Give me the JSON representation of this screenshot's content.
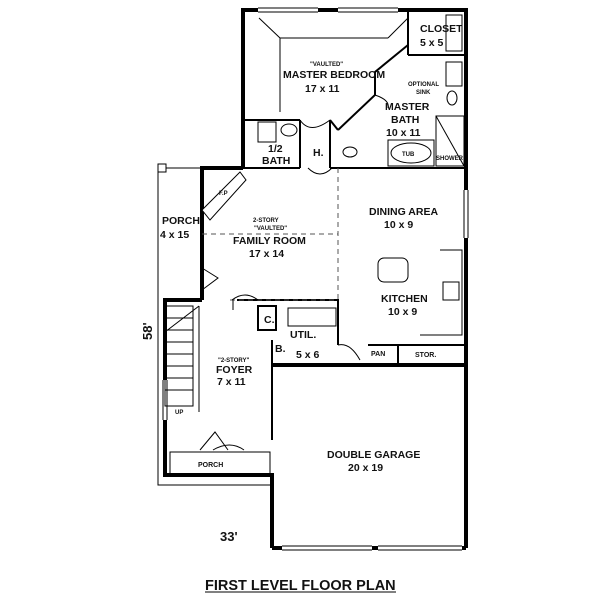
{
  "title": "FIRST LEVEL FLOOR PLAN",
  "dimensions": {
    "depth": "58'",
    "width": "33'"
  },
  "rooms": {
    "closet": {
      "name": "CLOSET",
      "size": "5 x 5"
    },
    "master_bedroom": {
      "note": "\"VAULTED\"",
      "name": "MASTER BEDROOM",
      "size": "17 x 11"
    },
    "optional_sink": {
      "line1": "OPTIONAL",
      "line2": "SINK"
    },
    "master_bath": {
      "name_line1": "MASTER",
      "name_line2": "BATH",
      "size": "10 x 11"
    },
    "tub": "TUB",
    "shower": "SHOWER",
    "half_bath": {
      "line1": "1/2",
      "line2": "BATH"
    },
    "hall": "H.",
    "fireplace": "F.P",
    "porch_side": {
      "name": "PORCH",
      "size": "4 x 15"
    },
    "family_room": {
      "note1": "2-STORY",
      "note2": "\"VAULTED\"",
      "name": "FAMILY ROOM",
      "size": "17 x 14"
    },
    "dining_area": {
      "name": "DINING AREA",
      "size": "10 x 9"
    },
    "kitchen": {
      "name": "KITCHEN",
      "size": "10 x 9"
    },
    "coat_closet": "C.",
    "bench": "B.",
    "utility": {
      "name": "UTIL.",
      "size": "5 x 6"
    },
    "pantry": "PAN",
    "storage": "STOR.",
    "foyer": {
      "note": "\"2-STORY\"",
      "name": "FOYER",
      "size": "7 x 11"
    },
    "stairs_up": "UP",
    "porch_front": "PORCH",
    "garage": {
      "name": "DOUBLE GARAGE",
      "size": "20 x 19"
    }
  }
}
